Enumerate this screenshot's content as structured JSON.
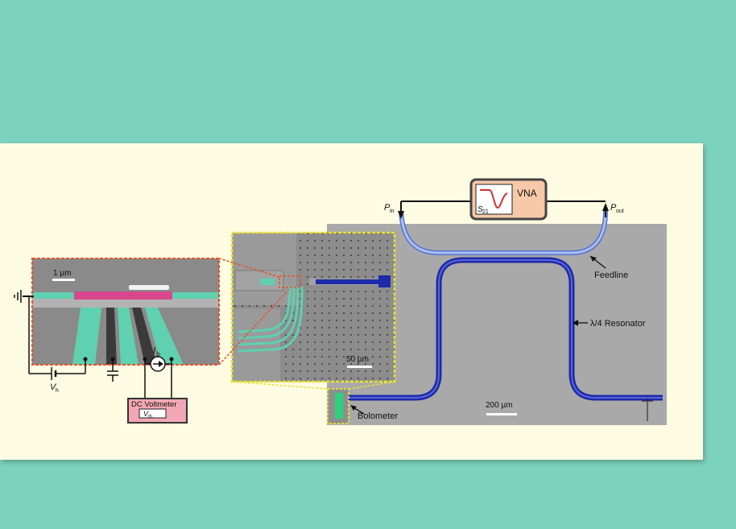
{
  "figure": {
    "vna_label": "VNA",
    "s21_label": "S",
    "s21_sub": "21",
    "pin_label": "P",
    "pin_sub": "in",
    "pout_label": "P",
    "pout_sub": "out",
    "feedline_label": "Feedline",
    "resonator_label": "λ/4 Resonator",
    "bolometer_label": "Bolometer",
    "scale_200": "200 µm",
    "scale_50": "50 µm",
    "scale_1": "1 µm",
    "ib_label": "I",
    "ib_sub": "b",
    "vh_label": "V",
    "vh_sub": "h",
    "voltmeter_label": "DC Voltmeter",
    "vth_label": "V",
    "vth_sub": "th"
  },
  "colors": {
    "panel": "#fdfbe2",
    "background": "#7cd3bd",
    "chip_gray": "#a9a9a9",
    "resonator_blue": "#2a35b8",
    "feedline_light_blue": "#8fb3e8",
    "vna_fill": "#f7c9a9",
    "voltmeter_fill": "#f3a7b4",
    "inset_yellow": "#e8e233",
    "inset_red": "#e0542a",
    "teal_overlay": "#5fd0b0",
    "magenta_overlay": "#d8478e"
  }
}
